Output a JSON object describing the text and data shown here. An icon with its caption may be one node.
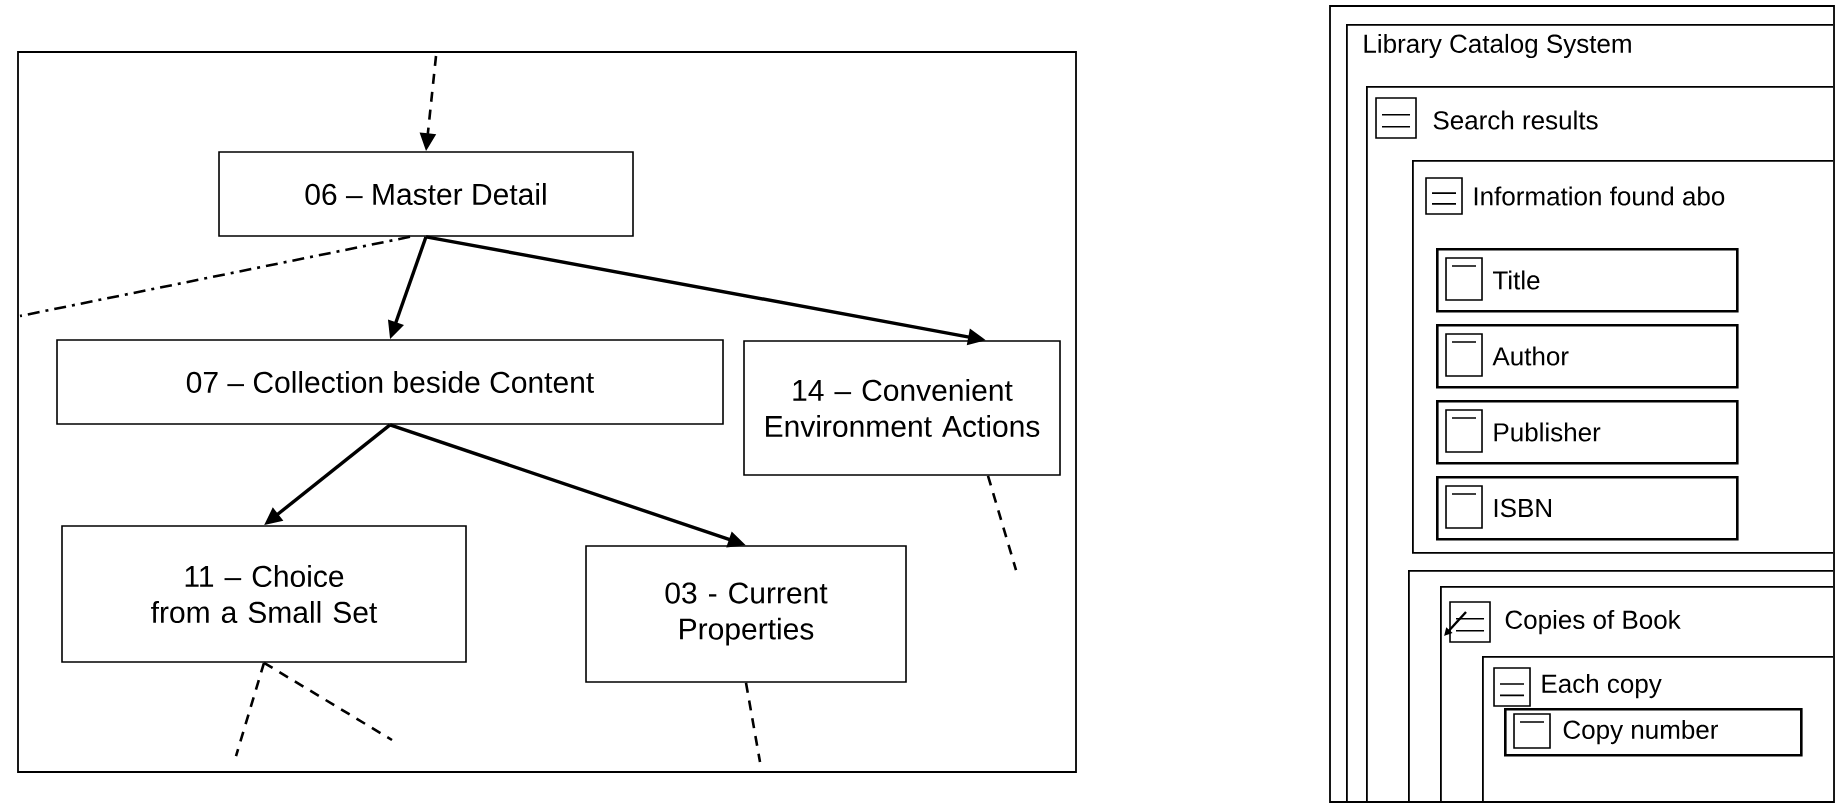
{
  "diagram": {
    "nodes": [
      {
        "text": [
          "06 – Master Detail"
        ]
      },
      {
        "text": [
          "07 – Collection beside Content"
        ]
      },
      {
        "text": [
          "14 – Convenient Environment Actions"
        ]
      },
      {
        "text": [
          "11 – Choice from a Small Set"
        ]
      },
      {
        "text": [
          "03 - Current Properties"
        ]
      },
      {
        "text": [
          "Library Catalog System"
        ]
      },
      {
        "text": [
          "Search results"
        ],
        "in": 5
      },
      {
        "text": [
          "Information found abo"
        ],
        "in": 6
      },
      {
        "text": [
          "Title"
        ],
        "in": 7
      },
      {
        "text": [
          "Author"
        ],
        "in": 7
      },
      {
        "text": [
          "Publisher"
        ],
        "in": 7
      },
      {
        "text": [
          "ISBN"
        ],
        "in": 7
      },
      {
        "text": [],
        "shape": "box",
        "in": 6
      },
      {
        "text": [
          "Copies of Book"
        ],
        "in": 12
      },
      {
        "text": [
          "Each copy"
        ],
        "in": 13
      },
      {
        "text": [
          "Copy number"
        ],
        "in": 14
      }
    ],
    "edges": [
      {
        "from": null,
        "to": 0,
        "arrow": "to",
        "style": "dashed"
      },
      {
        "from": 0,
        "to": 1,
        "arrow": "to"
      },
      {
        "from": 0,
        "to": 2,
        "arrow": "to"
      },
      {
        "from": 1,
        "to": 3,
        "arrow": "to"
      },
      {
        "from": 1,
        "to": 4,
        "arrow": "to"
      },
      {
        "from": 0,
        "to": null,
        "arrow": "none",
        "style": "dashed"
      },
      {
        "from": 2,
        "to": null,
        "arrow": "none",
        "style": "dashed"
      },
      {
        "from": 3,
        "to": null,
        "arrow": "none",
        "style": "dashed"
      },
      {
        "from": 3,
        "to": null,
        "arrow": "none",
        "style": "dashed"
      },
      {
        "from": 4,
        "to": null,
        "arrow": "none",
        "style": "dashed"
      }
    ]
  }
}
